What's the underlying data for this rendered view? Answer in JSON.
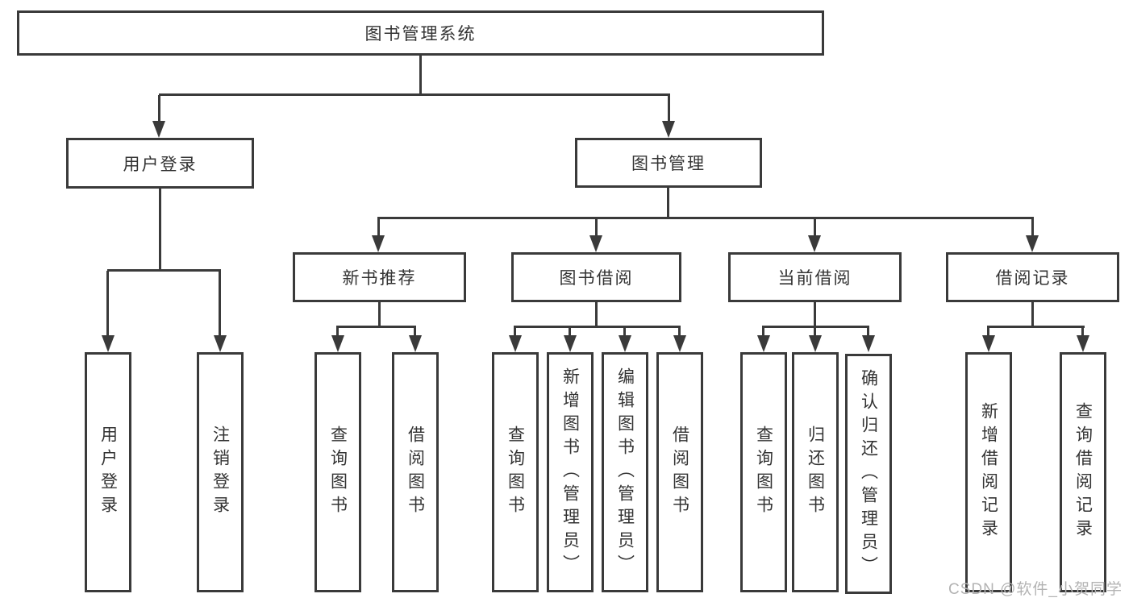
{
  "tree": {
    "label": "图书管理系统",
    "children": [
      {
        "label": "用户登录",
        "children": [
          {
            "label": "用户登录"
          },
          {
            "label": "注销登录"
          }
        ]
      },
      {
        "label": "图书管理",
        "children": [
          {
            "label": "新书推荐",
            "children": [
              {
                "label": "查询图书"
              },
              {
                "label": "借阅图书"
              }
            ]
          },
          {
            "label": "图书借阅",
            "children": [
              {
                "label": "查询图书"
              },
              {
                "label": "新增图书（管理员）"
              },
              {
                "label": "编辑图书（管理员）"
              },
              {
                "label": "借阅图书"
              }
            ]
          },
          {
            "label": "当前借阅",
            "children": [
              {
                "label": "查询图书"
              },
              {
                "label": "归还图书"
              },
              {
                "label": "确认归还（管理员）"
              }
            ]
          },
          {
            "label": "借阅记录",
            "children": [
              {
                "label": "新增借阅记录"
              },
              {
                "label": "查询借阅记录"
              }
            ]
          }
        ]
      }
    ]
  },
  "watermark": {
    "text": "CSDN @软件_小贺同学"
  },
  "colors": {
    "line": "#3a3a3a",
    "text": "#333333",
    "background": "#ffffff",
    "watermark": "#b3b3b3"
  }
}
